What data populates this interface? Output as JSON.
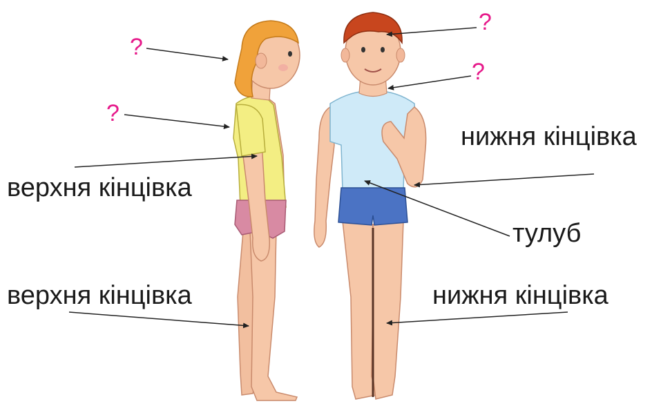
{
  "labels": {
    "girl_upper_label": "верхня кінцівка",
    "girl_lower_label": "верхня кінцівка",
    "boy_arm_label": "нижня кінцівка",
    "boy_torso_label": "тулуб",
    "boy_leg_label": "нижня кінцівка"
  },
  "questions": {
    "girl_head": "?",
    "girl_shoulder": "?",
    "boy_head": "?",
    "boy_neck": "?"
  },
  "colors": {
    "question_mark": "#e6198a",
    "label_text": "#1a1a1a",
    "pointer_line": "#222222",
    "skin": "#f6c7a8",
    "girl_hair": "#f0a23a",
    "boy_hair": "#c8461e",
    "girl_shirt": "#f3ee83",
    "girl_briefs": "#d88aa3",
    "boy_shirt": "#cfeaf8",
    "boy_shorts": "#4b73c4"
  }
}
